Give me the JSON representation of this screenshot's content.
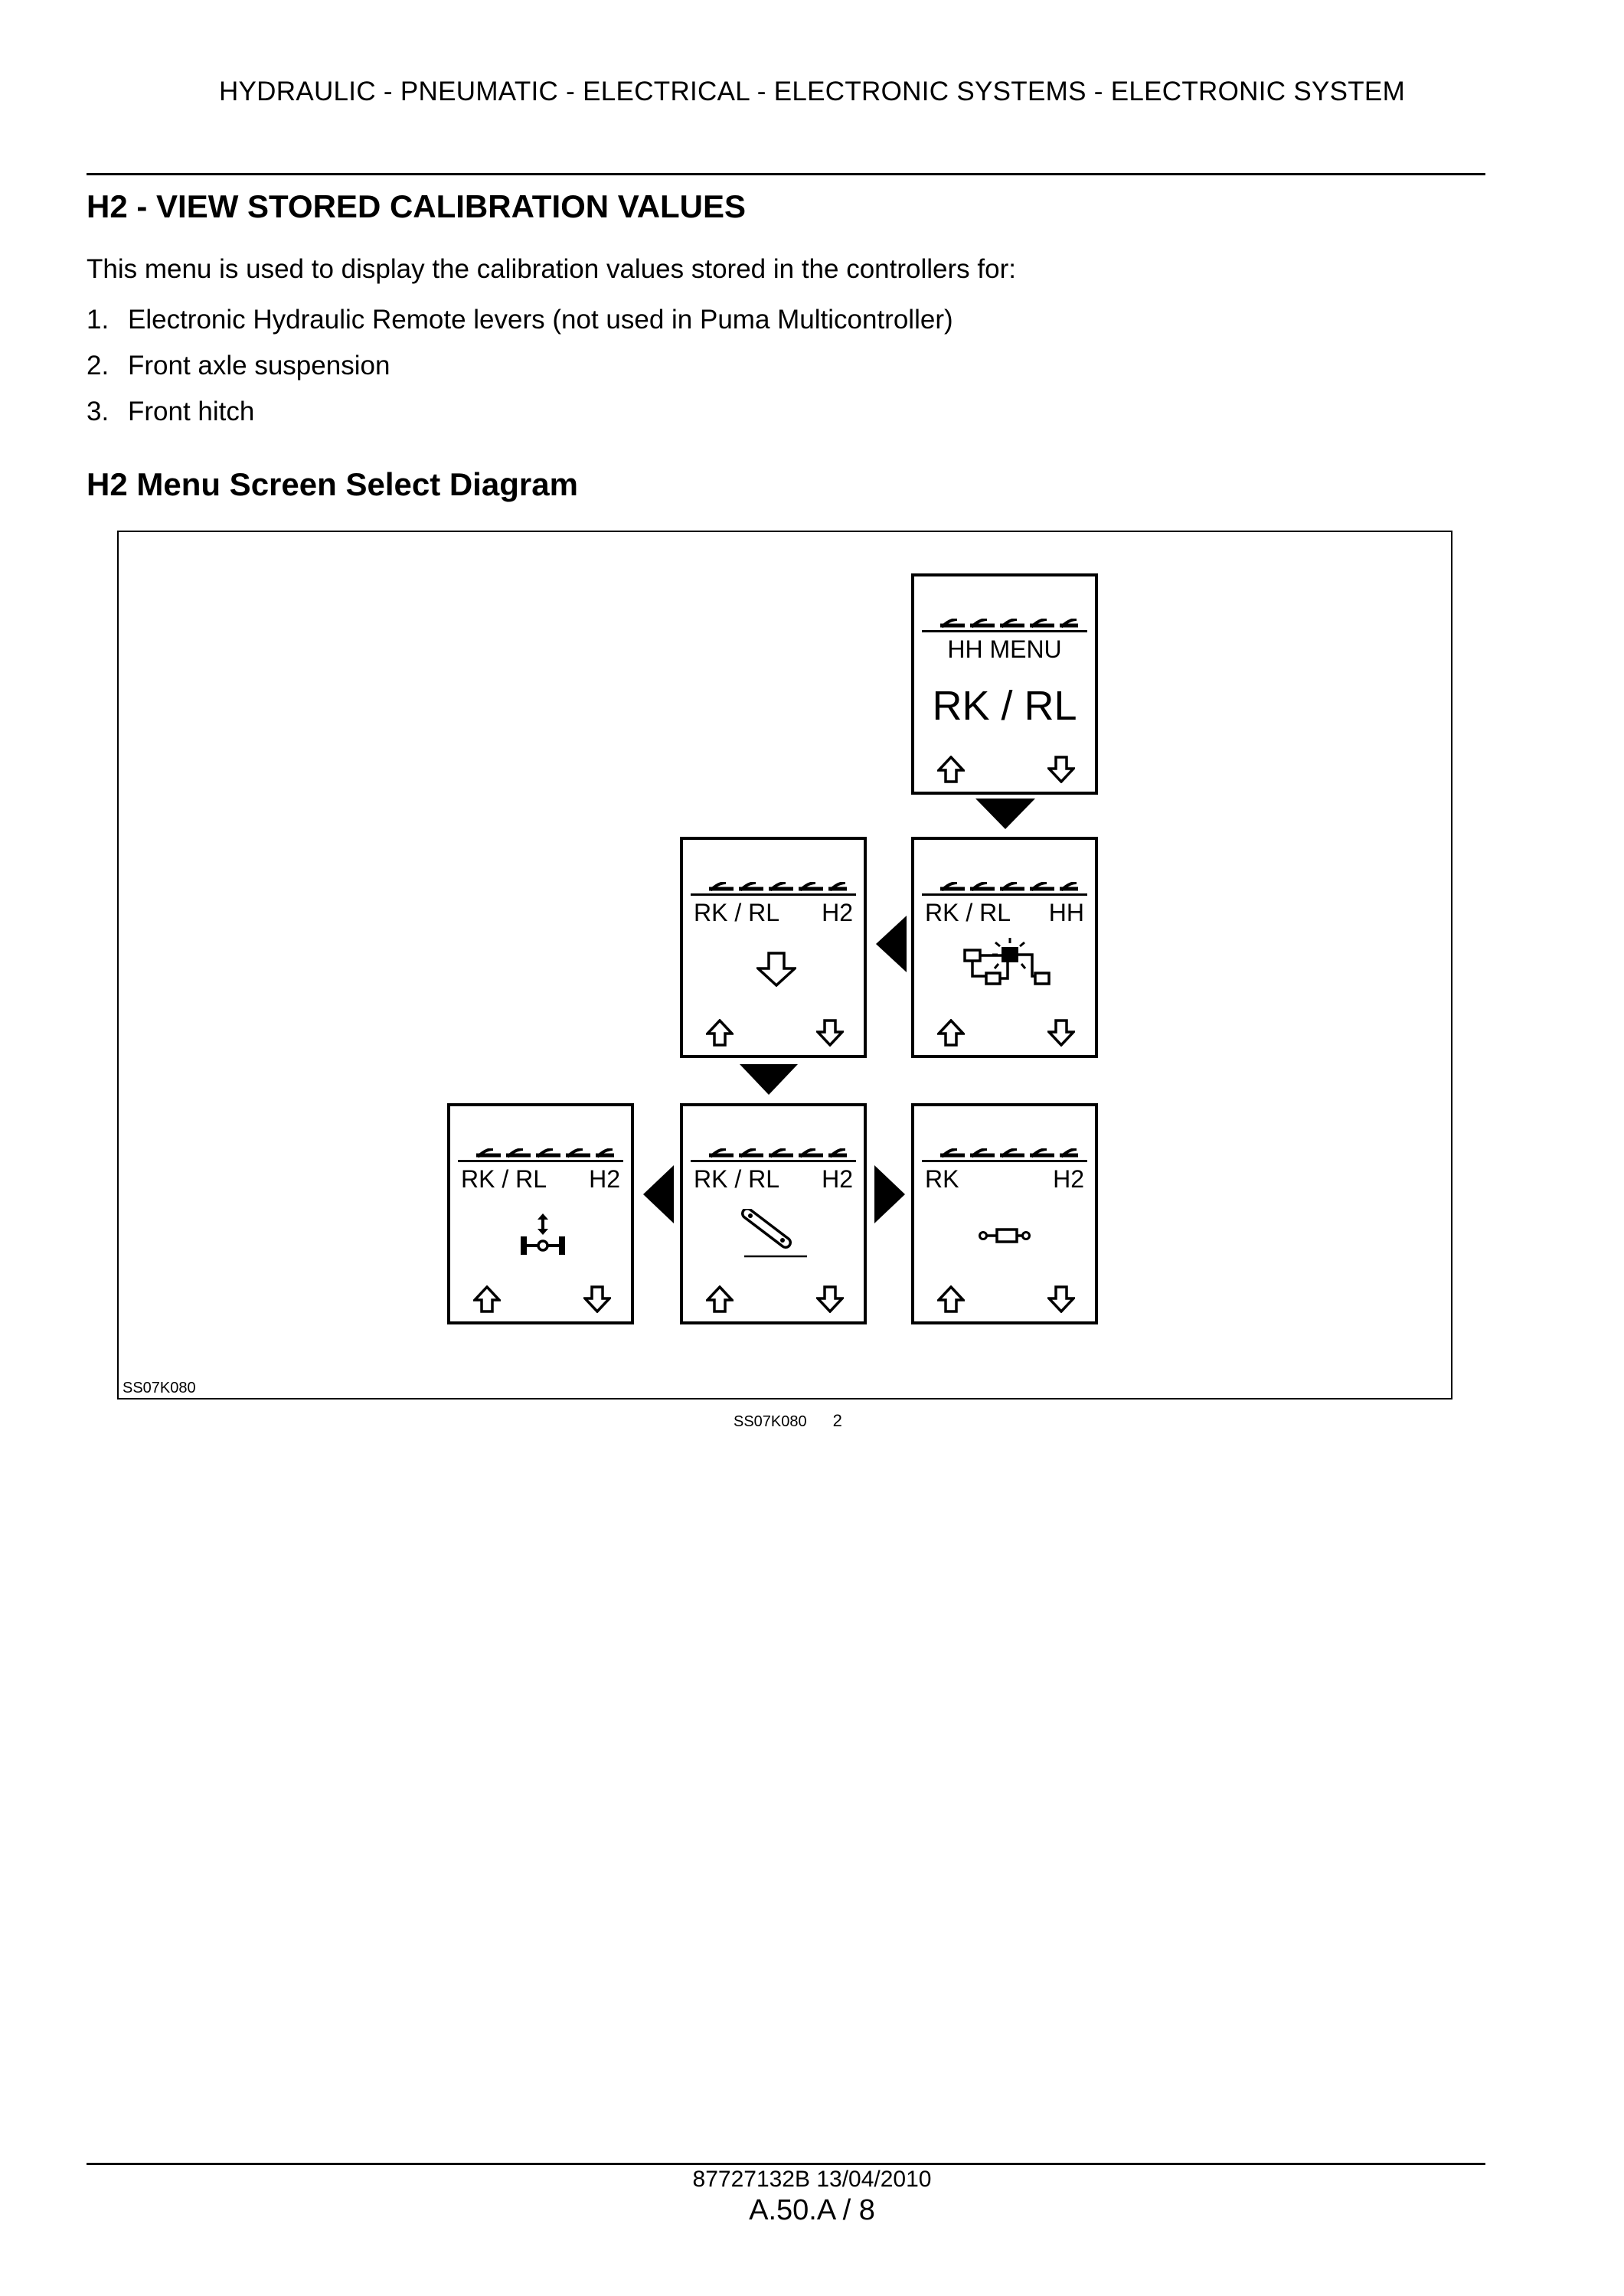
{
  "header": {
    "running_title": "HYDRAULIC - PNEUMATIC - ELECTRICAL - ELECTRONIC SYSTEMS - ELECTRONIC SYSTEM"
  },
  "section": {
    "title": "H2 - VIEW STORED CALIBRATION VALUES",
    "intro": "This menu is used to display the calibration values stored in the controllers for:",
    "items": [
      {
        "num": "1.",
        "text": "Electronic Hydraulic Remote levers (not used in Puma Multicontroller)"
      },
      {
        "num": "2.",
        "text": "Front axle suspension"
      },
      {
        "num": "3.",
        "text": "Front hitch"
      }
    ]
  },
  "diagram": {
    "title": "H2 Menu Screen Select Diagram",
    "screens": {
      "hh_menu": {
        "row": "HH MENU",
        "big": "RK / RL",
        "icon": "up-down-arrows"
      },
      "hh": {
        "left": "RK / RL",
        "right": "HH",
        "icon": "network-diagnostic-icon"
      },
      "h2_entry": {
        "left": "RK / RL",
        "right": "H2",
        "icon": "down-arrow-icon"
      },
      "h2_axle": {
        "left": "RK / RL",
        "right": "H2",
        "icon": "axle-suspension-icon"
      },
      "h2_remote": {
        "left": "RK / RL",
        "right": "H2",
        "icon": "remote-lever-icon"
      },
      "h2_hitch": {
        "left": "RK",
        "right": "H2",
        "icon": "hitch-cylinder-icon"
      }
    },
    "figure_code": "SS07K080",
    "caption_code": "SS07K080",
    "caption_number": "2"
  },
  "footer": {
    "doc_ref": "87727132B 13/04/2010",
    "page": "A.50.A / 8"
  }
}
